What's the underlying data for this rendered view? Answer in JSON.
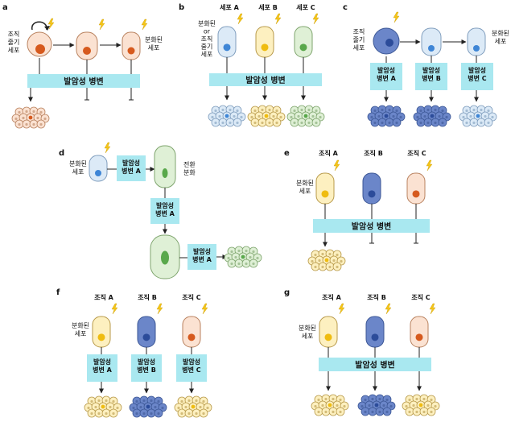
{
  "colors": {
    "banner": "#a9e8f0",
    "arrow": "#222222",
    "lightning": "#f5c518",
    "orange_fill": "#fbe2d2",
    "orange_stroke": "#b9825f",
    "orange_nucleus": "#d65a1e",
    "blue_fill": "#dceaf7",
    "blue_stroke": "#7f9dbd",
    "blue_nucleus": "#3f86d6",
    "yellow_fill": "#fdf0c0",
    "yellow_stroke": "#b89a4a",
    "yellow_nucleus": "#efbc10",
    "green_fill": "#dff0d6",
    "green_stroke": "#7fa56e",
    "green_nucleus": "#59a84b",
    "dark_fill": "#6b86c9",
    "dark_stroke": "#3c5795",
    "dark_nucleus": "#2c4c9a"
  },
  "panels": {
    "a": {
      "letter": "a",
      "stem_label": [
        "조직",
        "줄기",
        "세포"
      ],
      "diff_label": [
        "분화된",
        "세포"
      ],
      "banner": "발암성 병변"
    },
    "b": {
      "letter": "b",
      "headers": [
        "세포 A",
        "세포 B",
        "세포 C"
      ],
      "side_label": [
        "분화된",
        "or",
        "조직",
        "줄기",
        "세포"
      ],
      "banner": "발암성 병변"
    },
    "c": {
      "letter": "c",
      "stem_label": [
        "조직",
        "줄기",
        "세포"
      ],
      "diff_label": [
        "분화된",
        "세포"
      ],
      "lesions": [
        [
          "발암성",
          "병변 A"
        ],
        [
          "발암성",
          "병변 B"
        ],
        [
          "발암성",
          "병변 C"
        ]
      ]
    },
    "d": {
      "letter": "d",
      "diff_label": [
        "분화된",
        "세포"
      ],
      "lesion": [
        "발암성",
        "병변 A"
      ],
      "trans_label": [
        "전환",
        "분화"
      ]
    },
    "e": {
      "letter": "e",
      "headers": [
        "조직 A",
        "조직 B",
        "조직 C"
      ],
      "diff_label": [
        "분화된",
        "세포"
      ],
      "banner": "발암성 병변"
    },
    "f": {
      "letter": "f",
      "headers": [
        "조직 A",
        "조직 B",
        "조직 C"
      ],
      "diff_label": [
        "분화된",
        "세포"
      ],
      "lesions": [
        [
          "발암성",
          "병변 A"
        ],
        [
          "발암성",
          "병변 B"
        ],
        [
          "발암성",
          "병변 C"
        ]
      ]
    },
    "g": {
      "letter": "g",
      "headers": [
        "조직 A",
        "조직 B",
        "조직 C"
      ],
      "diff_label": [
        "분화된",
        "세포"
      ],
      "banner": "발암성 병변"
    }
  }
}
